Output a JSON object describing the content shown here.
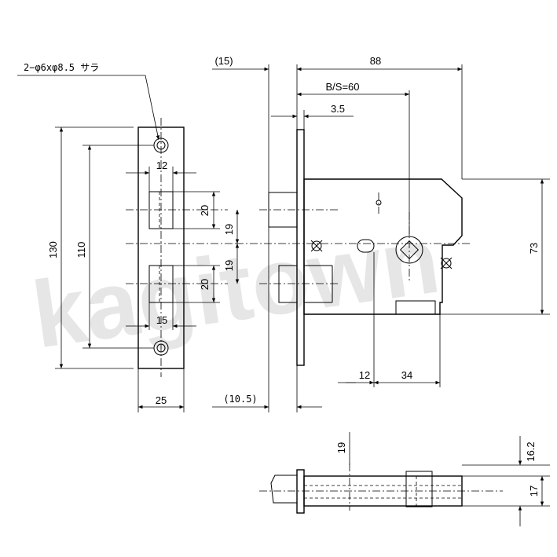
{
  "watermark": "kagitown",
  "strike_plate": {
    "hole_note": "2−φ6xφ8.5 サラ",
    "dim_overall_height": "130",
    "dim_hole_pitch": "110",
    "dim_top_width": "12",
    "dim_bottom_width": "15",
    "dim_plate_width": "25",
    "dim_latch_opening": "20",
    "dim_deadbolt_opening": "20"
  },
  "lock_body": {
    "dim_faceplate_projection": "(15)",
    "dim_overall_depth": "88",
    "dim_backset": "B/S=60",
    "dim_faceplate_thickness": "3.5",
    "dim_upper_offset": "19",
    "dim_lower_offset": "19",
    "dim_body_height": "73",
    "dim_spindle_to_hole": "12",
    "dim_hole_to_edge": "34",
    "dim_faceplate_bottom": "(10.5)"
  },
  "bottom_view": {
    "dim_center": "19",
    "dim_width_outer": "16.2",
    "dim_width_total": "17"
  }
}
